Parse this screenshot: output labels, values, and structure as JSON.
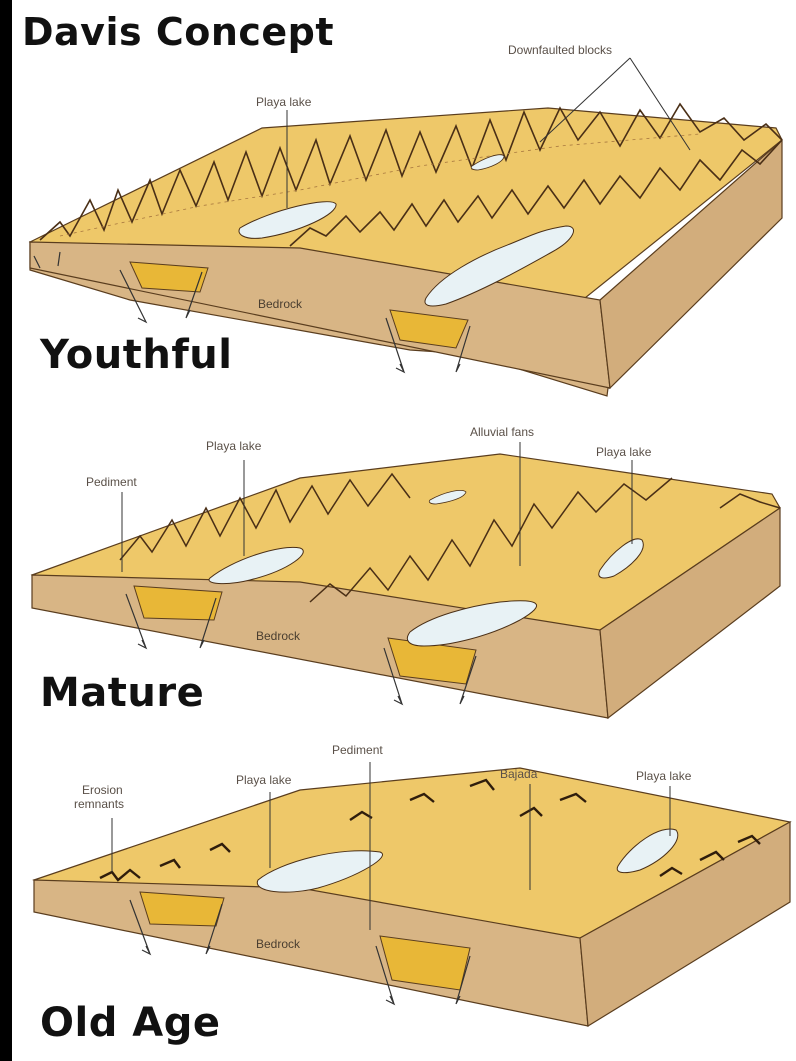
{
  "title": "Davis Concept",
  "colors": {
    "background": "#ffffff",
    "land": "#eec869",
    "ground": "#d8b585",
    "lake": "#e8f2f5",
    "sediment": "#e8b737"
  },
  "panels": [
    {
      "stage": "Youthful",
      "labels": {
        "downfaulted_blocks": "Downfaulted blocks",
        "playa_lake": "Playa lake",
        "bedrock": "Bedrock"
      }
    },
    {
      "stage": "Mature",
      "labels": {
        "playa_lake_left": "Playa lake",
        "alluvial_fans": "Alluvial fans",
        "playa_lake_right": "Playa lake",
        "pediment": "Pediment",
        "bedrock": "Bedrock"
      }
    },
    {
      "stage": "Old Age",
      "labels": {
        "pediment": "Pediment",
        "erosion_remnants_line1": "Erosion",
        "erosion_remnants_line2": "remnants",
        "playa_lake_left": "Playa lake",
        "bajada": "Bajada",
        "playa_lake_right": "Playa lake",
        "bedrock": "Bedrock"
      }
    }
  ]
}
